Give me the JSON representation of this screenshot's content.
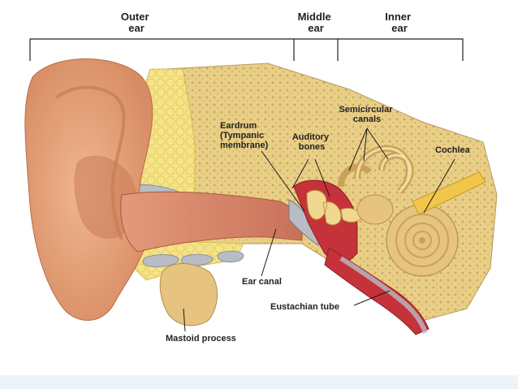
{
  "sections": {
    "outer": [
      "Outer",
      "ear"
    ],
    "middle": [
      "Middle",
      "ear"
    ],
    "inner": [
      "Inner",
      "ear"
    ]
  },
  "labels": {
    "eardrum": [
      "Eardrum",
      "(Tympanic",
      "membrane)"
    ],
    "auditory_bones": [
      "Auditory",
      "bones"
    ],
    "semicircular_canals": [
      "Semicircular",
      "canals"
    ],
    "cochlea": "Cochlea",
    "ear_canal": "Ear canal",
    "eustachian_tube": "Eustachian tube",
    "mastoid_process": "Mastoid process"
  },
  "colors": {
    "skin": "#e8a47e",
    "skin_dark": "#c97b58",
    "bone": "#e9cf86",
    "bone_light": "#f6e3a8",
    "fat": "#f3e07a",
    "canal": "#d98a72",
    "middle_cavity": "#c6323a",
    "cochlea": "#e6c37e",
    "nerve": "#f1c64a",
    "grey_tissue": "#b8bcc4"
  }
}
